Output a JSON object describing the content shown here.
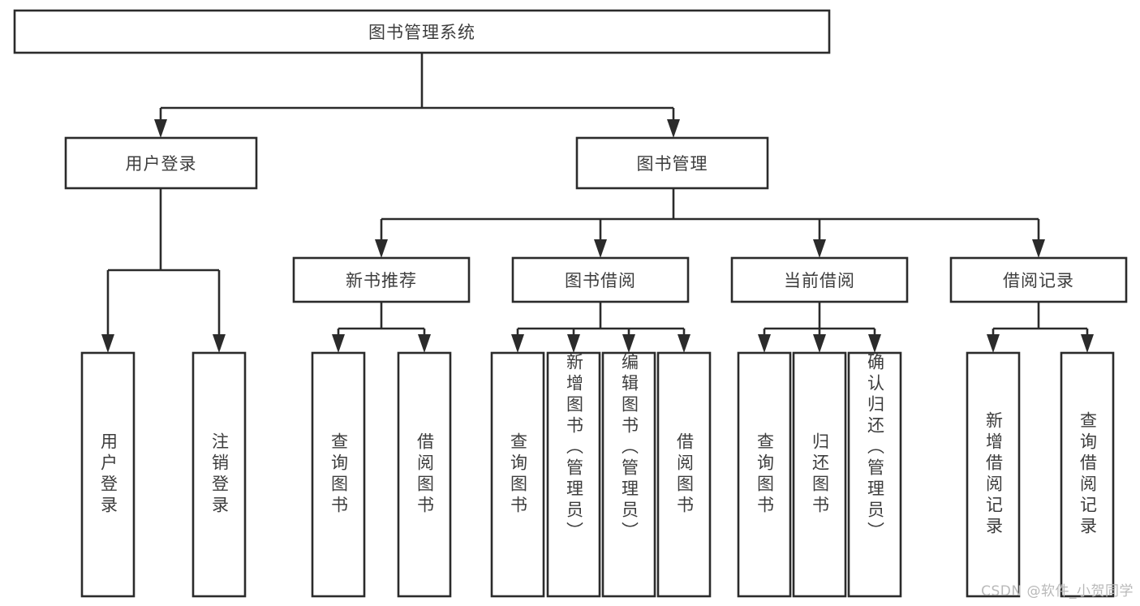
{
  "diagram": {
    "kind": "hierarchy-tree",
    "title": "图书管理系统",
    "watermark": "CSDN @软件_小贺同学",
    "colors": {
      "background": "#ffffff",
      "box_stroke": "#2b2b2b",
      "box_fill": "#ffffff",
      "text": "#3d3d3d",
      "watermark": "#b9b9b9"
    },
    "levels": {
      "root": "图书管理系统",
      "level2": [
        "用户登录",
        "图书管理"
      ],
      "level3": [
        "新书推荐",
        "图书借阅",
        "当前借阅",
        "借阅记录"
      ]
    },
    "nodes": {
      "root": {
        "label": "图书管理系统",
        "orientation": "horizontal"
      },
      "user_login": {
        "label": "用户登录",
        "orientation": "horizontal"
      },
      "book_manage": {
        "label": "图书管理",
        "orientation": "horizontal"
      },
      "new_book_rec": {
        "label": "新书推荐",
        "orientation": "horizontal"
      },
      "book_borrow": {
        "label": "图书借阅",
        "orientation": "horizontal"
      },
      "current_borrow": {
        "label": "当前借阅",
        "orientation": "horizontal"
      },
      "borrow_record": {
        "label": "借阅记录",
        "orientation": "horizontal"
      },
      "leaf_user_login": {
        "label": "用户登录",
        "orientation": "vertical"
      },
      "leaf_user_logout": {
        "label": "注销登录",
        "orientation": "vertical"
      },
      "leaf_query_book_1": {
        "label": "查询图书",
        "orientation": "vertical"
      },
      "leaf_borrow_book_1": {
        "label": "借阅图书",
        "orientation": "vertical"
      },
      "leaf_query_book_2": {
        "label": "查询图书",
        "orientation": "vertical"
      },
      "leaf_add_book": {
        "label": "新增图书（管理员）",
        "orientation": "vertical"
      },
      "leaf_edit_book": {
        "label": "编辑图书（管理员）",
        "orientation": "vertical"
      },
      "leaf_borrow_book_2": {
        "label": "借阅图书",
        "orientation": "vertical"
      },
      "leaf_query_book_3": {
        "label": "查询图书",
        "orientation": "vertical"
      },
      "leaf_return_book": {
        "label": "归还图书",
        "orientation": "vertical"
      },
      "leaf_confirm_return": {
        "label": "确认归还（管理员）",
        "orientation": "vertical"
      },
      "leaf_add_record": {
        "label": "新增借阅记录",
        "orientation": "vertical"
      },
      "leaf_query_record": {
        "label": "查询借阅记录",
        "orientation": "vertical"
      }
    },
    "edges": [
      {
        "from": "root",
        "to": "user_login"
      },
      {
        "from": "root",
        "to": "book_manage"
      },
      {
        "from": "user_login",
        "to": "leaf_user_login"
      },
      {
        "from": "user_login",
        "to": "leaf_user_logout"
      },
      {
        "from": "book_manage",
        "to": "new_book_rec"
      },
      {
        "from": "book_manage",
        "to": "book_borrow"
      },
      {
        "from": "book_manage",
        "to": "current_borrow"
      },
      {
        "from": "book_manage",
        "to": "borrow_record"
      },
      {
        "from": "new_book_rec",
        "to": "leaf_query_book_1"
      },
      {
        "from": "new_book_rec",
        "to": "leaf_borrow_book_1"
      },
      {
        "from": "book_borrow",
        "to": "leaf_query_book_2"
      },
      {
        "from": "book_borrow",
        "to": "leaf_add_book"
      },
      {
        "from": "book_borrow",
        "to": "leaf_edit_book"
      },
      {
        "from": "book_borrow",
        "to": "leaf_borrow_book_2"
      },
      {
        "from": "current_borrow",
        "to": "leaf_query_book_3"
      },
      {
        "from": "current_borrow",
        "to": "leaf_return_book"
      },
      {
        "from": "current_borrow",
        "to": "leaf_confirm_return"
      },
      {
        "from": "borrow_record",
        "to": "leaf_add_record"
      },
      {
        "from": "borrow_record",
        "to": "leaf_query_record"
      }
    ]
  }
}
